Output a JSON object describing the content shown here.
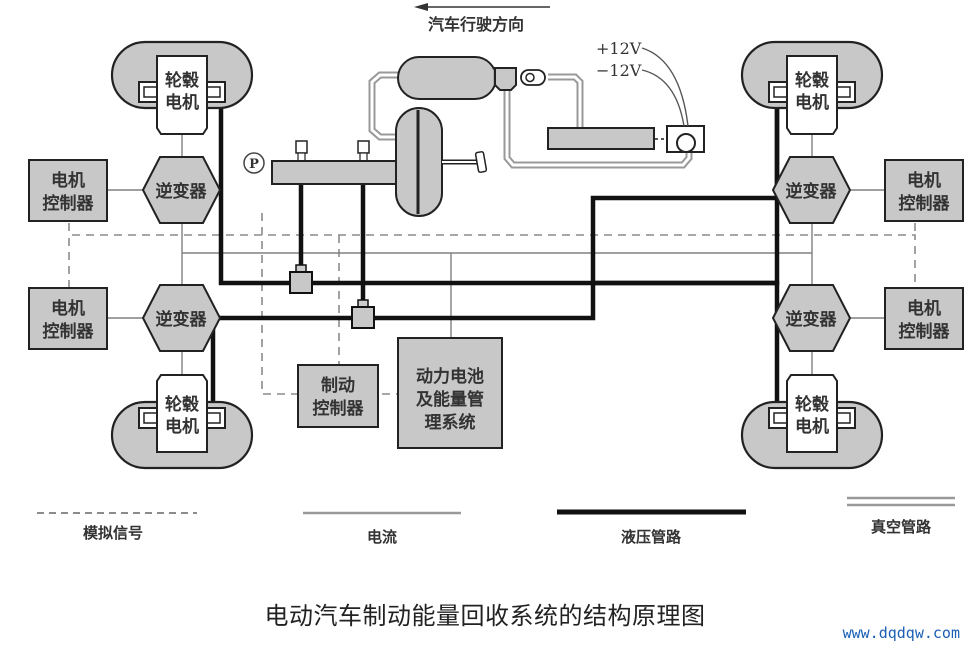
{
  "direction_label": "汽车行驶方向",
  "voltage_labels": {
    "plus": "+12V",
    "minus": "−12V"
  },
  "pressure_sensor_label": "P",
  "wheel_motor": {
    "line1": "轮毂",
    "line2": "电机"
  },
  "inverter_label": "逆变器",
  "motor_controller": {
    "line1": "电机",
    "line2": "控制器"
  },
  "brake_controller": {
    "line1": "制动",
    "line2": "控制器"
  },
  "battery_system": {
    "line1": "动力电池",
    "line2": "及能量管",
    "line3": "理系统"
  },
  "legend": [
    {
      "key": "analog",
      "label": "模拟信号",
      "style": "dashed"
    },
    {
      "key": "current",
      "label": "电流",
      "style": "thin"
    },
    {
      "key": "hydraulic",
      "label": "液压管路",
      "style": "thick"
    },
    {
      "key": "vacuum",
      "label": "真空管路",
      "style": "double"
    }
  ],
  "caption": "电动汽车制动能量回收系统的结构原理图",
  "watermark": "www.dqdqw.com",
  "colors": {
    "fill": "#c8c8c8",
    "stroke": "#222222",
    "signal": "#8c8c8c",
    "current": "#808080"
  }
}
